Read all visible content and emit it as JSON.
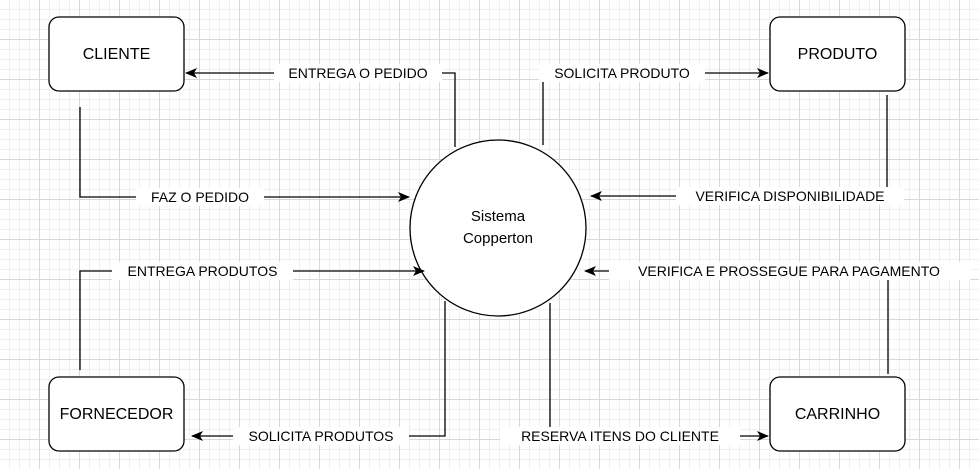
{
  "entities": {
    "cliente": "CLIENTE",
    "produto": "PRODUTO",
    "fornecedor": "FORNECEDOR",
    "carrinho": "CARRINHO"
  },
  "system": {
    "line1": "Sistema",
    "line2": "Copperton"
  },
  "flows": {
    "entrega_pedido": "ENTREGA O PEDIDO",
    "faz_pedido": "FAZ O PEDIDO",
    "solicita_produto": "SOLICITA PRODUTO",
    "verifica_disponibilidade": "VERIFICA DISPONIBILIDADE",
    "entrega_produtos": "ENTREGA PRODUTOS",
    "verifica_prossegue": "VERIFICA E PROSSEGUE PARA PAGAMENTO",
    "solicita_produtos": "SOLICITA PRODUTOS",
    "reserva_itens": "RESERVA ITENS DO CLIENTE"
  },
  "colors": {
    "stroke": "#000000",
    "background": "#ffffff",
    "grid": "#d8d8d8"
  }
}
